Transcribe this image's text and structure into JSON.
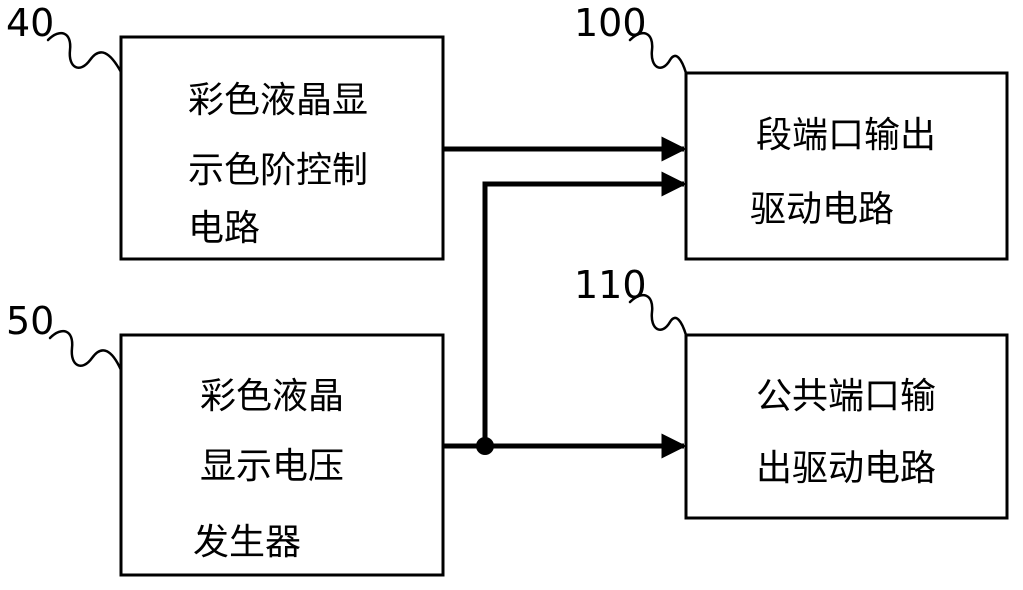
{
  "blocks": {
    "color_control": {
      "ref": "40",
      "lines": [
        "彩色液晶显",
        "示色阶控制",
        "电路"
      ]
    },
    "voltage_generator": {
      "ref": "50",
      "lines": [
        "彩色液晶",
        "显示电压",
        "发生器"
      ]
    },
    "segment_driver": {
      "ref": "100",
      "lines": [
        "段端口输出",
        "驱动电路"
      ]
    },
    "common_driver": {
      "ref": "110",
      "lines": [
        "公共端口输",
        "出驱动电路"
      ]
    }
  }
}
